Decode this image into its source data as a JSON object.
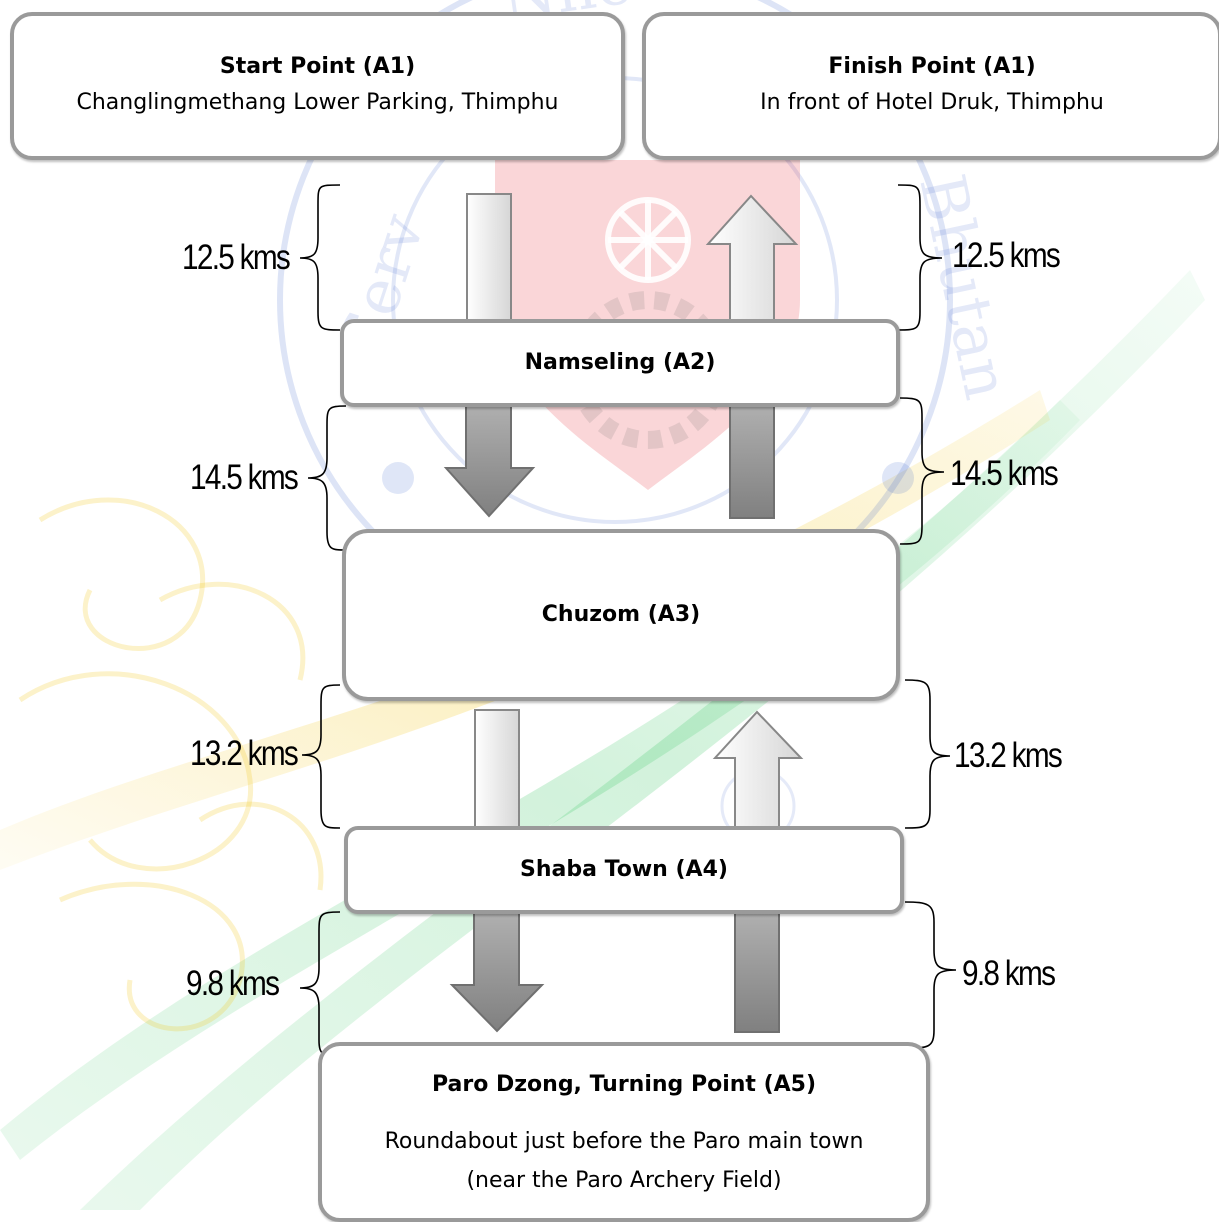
{
  "nodes": {
    "start": {
      "title": "Start Point (A1)",
      "line1": "Changlingmethang Lower Parking, Thimphu"
    },
    "finish": {
      "title": "Finish Point (A1)",
      "line1": "In front of Hotel Druk, Thimphu"
    },
    "a2": {
      "title": "Namseling (A2)"
    },
    "a3": {
      "title": "Chuzom (A3)"
    },
    "a4": {
      "title": "Shaba Town (A4)"
    },
    "a5": {
      "title": "Paro Dzong, Turning Point (A5)",
      "line1": "Roundabout just before the Paro main town",
      "line2": "(near the Paro Archery Field)"
    }
  },
  "distances": {
    "seg1_left": "12.5 kms",
    "seg1_right": "12.5 kms",
    "seg2_left": "14.5 kms",
    "seg2_right": "14.5 kms",
    "seg3_left": "13.2 kms",
    "seg3_right": "13.2 kms",
    "seg4_left": "9.8 kms",
    "seg4_right": "9.8 kms"
  },
  "colors": {
    "box_border": "#9a9a9a",
    "arrow_dark": "#8c8c8c",
    "arrow_light": "#f2f2f2",
    "watermark_red": "#e8343a",
    "watermark_blue": "#2b55c8",
    "watermark_yellow": "#f2c30f",
    "watermark_green": "#1fbf4f"
  }
}
